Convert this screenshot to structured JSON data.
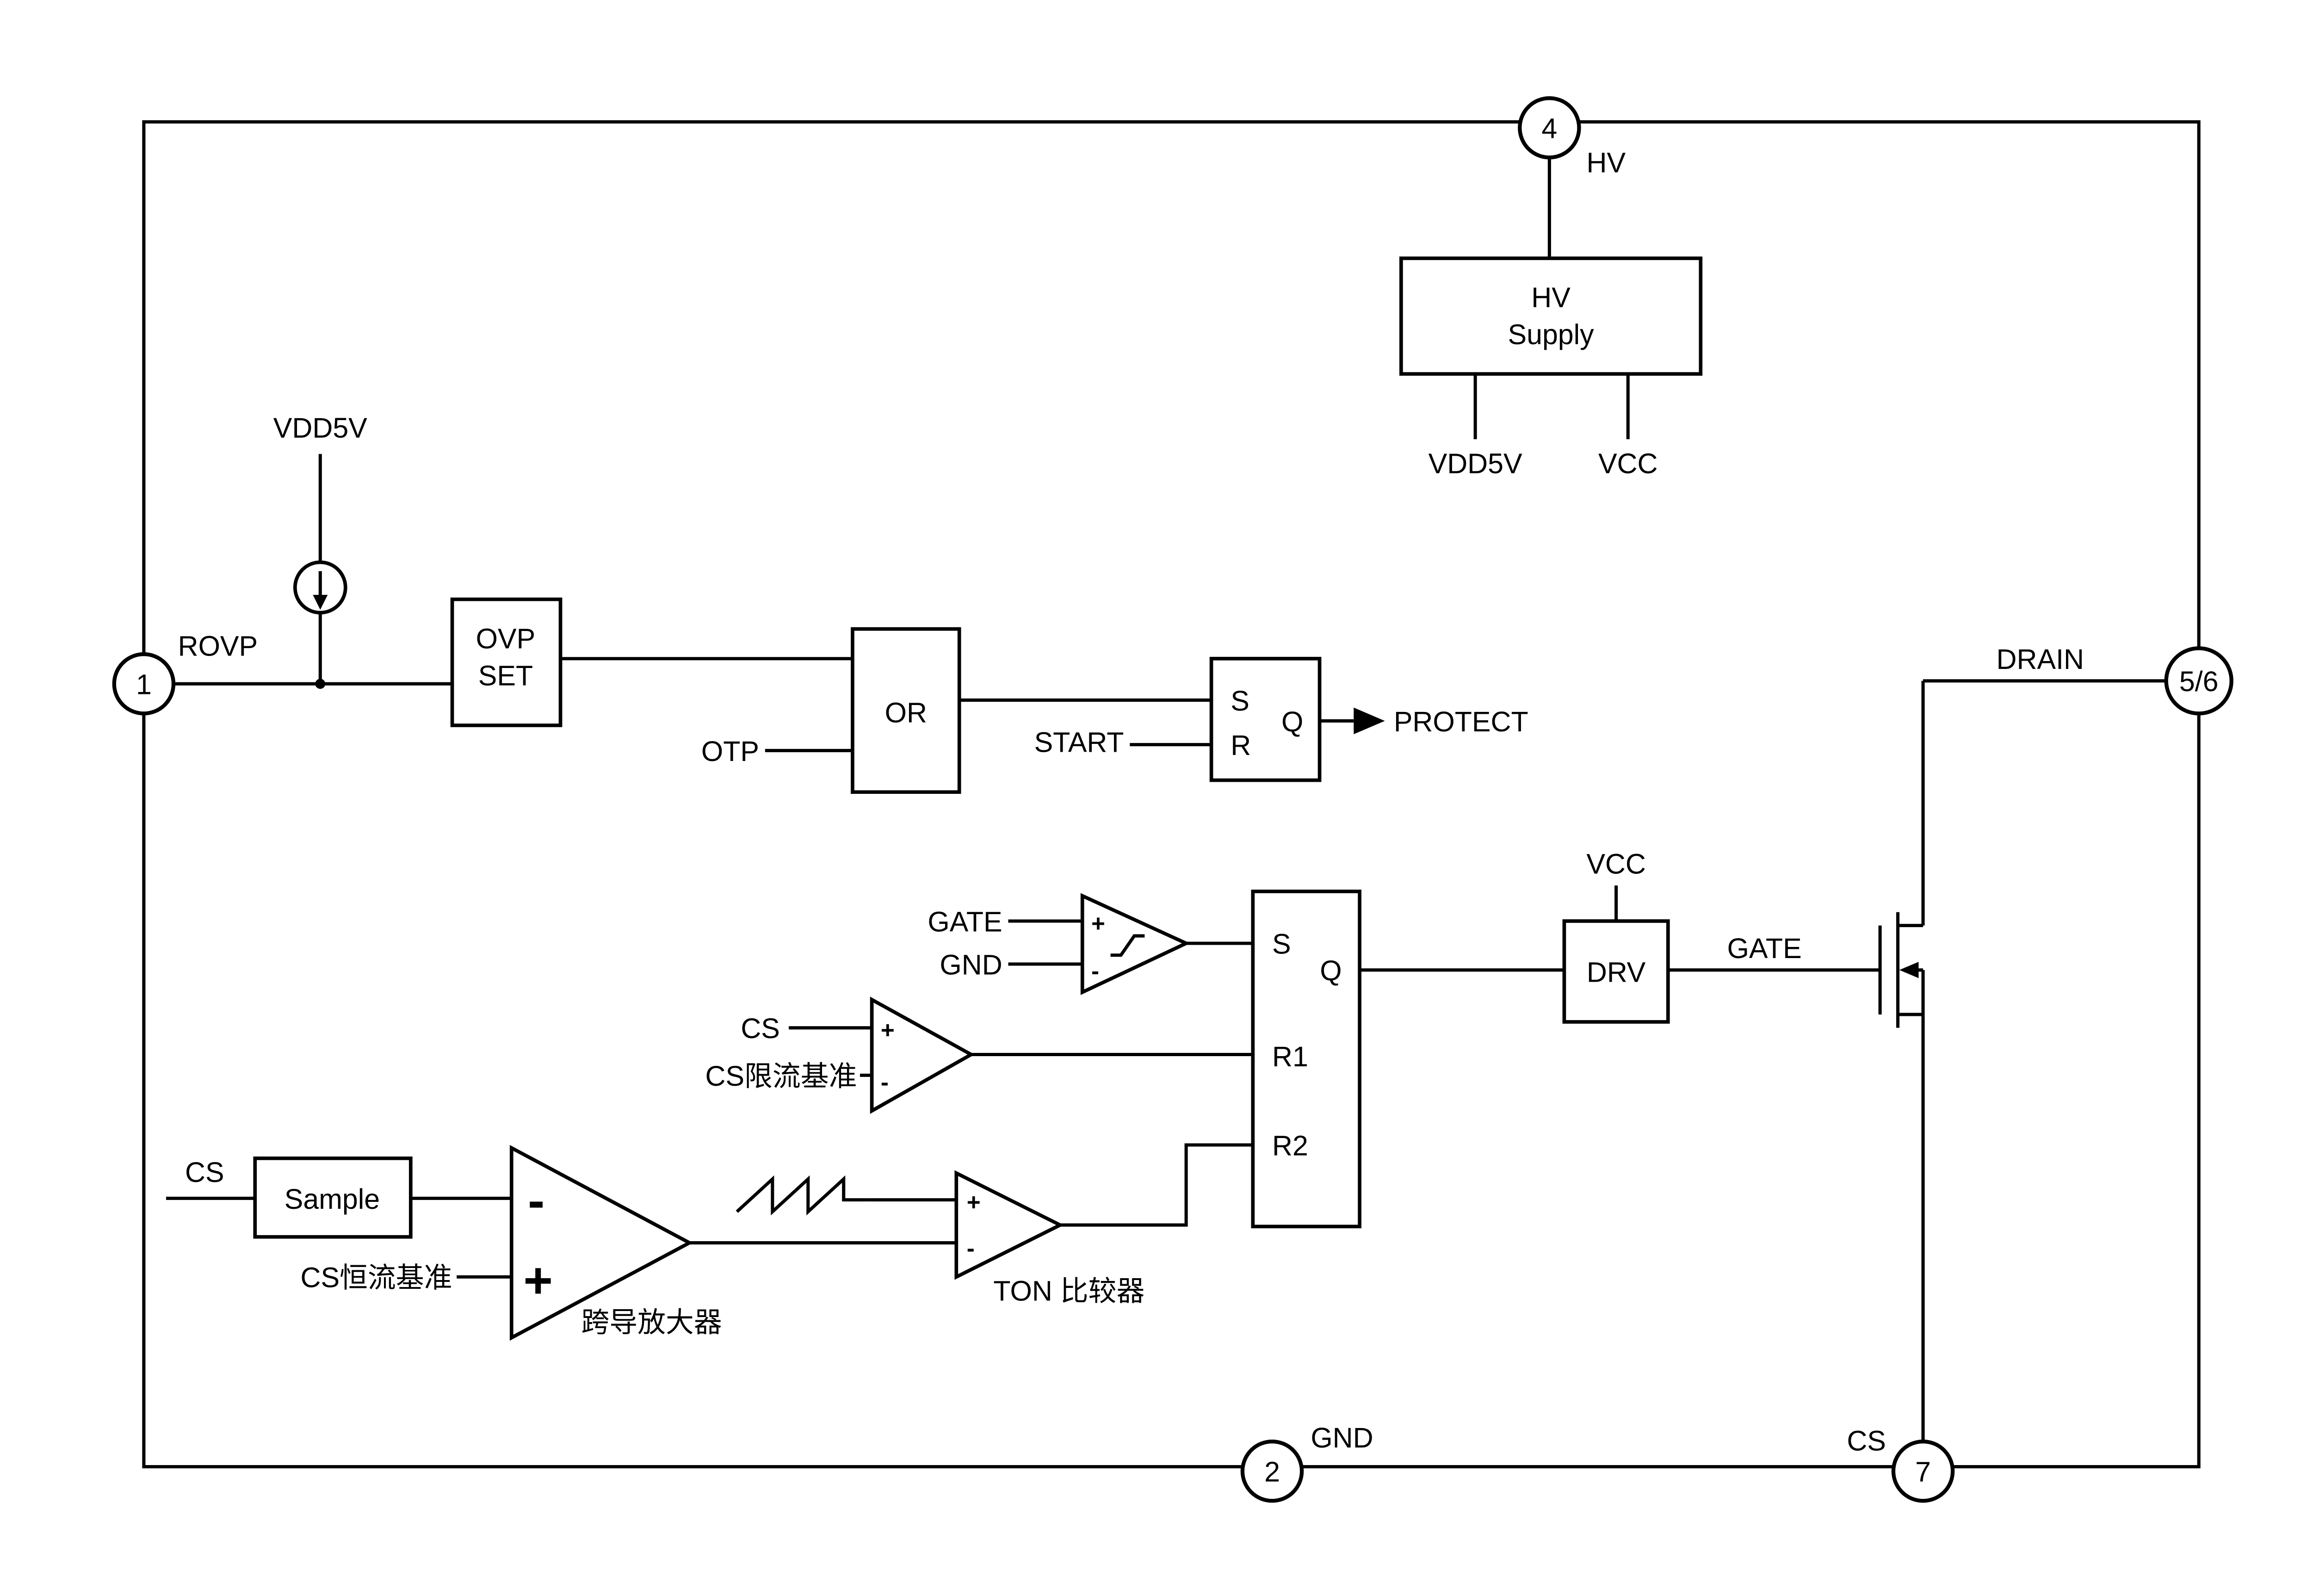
{
  "pins": {
    "p1": "1",
    "p2": "2",
    "p4": "4",
    "p56": "5/6",
    "p7": "7"
  },
  "blocks": {
    "hv_supply": [
      "HV",
      "Supply"
    ],
    "ovp_set": [
      "OVP",
      "SET"
    ],
    "or_gate": "OR",
    "sample": "Sample",
    "drv": "DRV"
  },
  "protect_latch": {
    "s": "S",
    "r": "R",
    "q": "Q"
  },
  "pwm_latch": {
    "s": "S",
    "q": "Q",
    "r1": "R1",
    "r2": "R2"
  },
  "labels": {
    "hv": "HV",
    "vdd5v_supply": "VDD5V",
    "vcc_supply": "VCC",
    "rovp": "ROVP",
    "vdd5v_ref": "VDD5V",
    "otp": "OTP",
    "start": "START",
    "protect": "PROTECT",
    "gate_fb": "GATE",
    "gnd_fb": "GND",
    "cs_limit": "CS",
    "cs_limit_ref": "CS限流基准",
    "cs_sample": "CS",
    "cs_cc_ref": "CS恒流基准",
    "gm_amp": "跨导放大器",
    "ton_comparator": "TON 比较器",
    "vcc_drv": "VCC",
    "gate_drive": "GATE",
    "drain": "DRAIN",
    "cs_pin": "CS",
    "gnd_pin": "GND"
  },
  "symbols": {
    "plus": "+",
    "minus": "-"
  },
  "colors": {
    "line": "#000000",
    "background": "#ffffff"
  }
}
